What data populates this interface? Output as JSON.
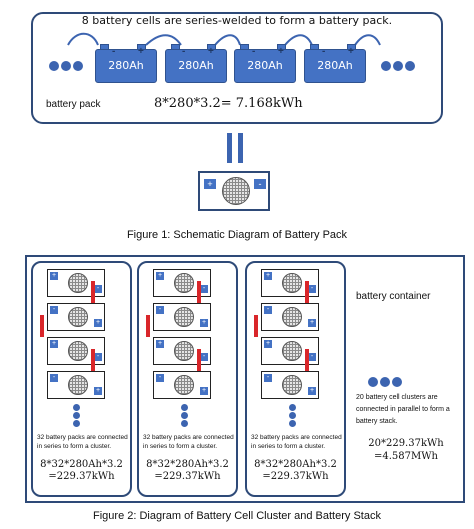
{
  "figure1": {
    "top_text": "8 battery cells are series-welded to form a battery pack.",
    "cell_label": "280Ah",
    "plus": "+",
    "minus": "-",
    "pack_label": "battery pack",
    "pack_formula": "8*280*3.2= 7.168kWh",
    "caption": "Figure 1: Schematic Diagram of Battery Pack"
  },
  "figure2": {
    "container_label": "battery container",
    "cluster_text": "32 battery packs are connected in series to form a cluster.",
    "cluster_formula_line1": "8*32*280Ah*3.2",
    "cluster_formula_line2": "=229.37kWh",
    "stack_text": "20 battery cell clusters are connected in parallel to form a battery stack.",
    "stack_formula_line1": "20*229.37kWh",
    "stack_formula_line2": "=4.587MWh",
    "caption": "Figure 2: Diagram of Battery Cell Cluster and Battery Stack"
  },
  "colors": {
    "frame": "#2e4a78",
    "cell_fill": "#4472c4",
    "link_red": "#d9262a"
  }
}
